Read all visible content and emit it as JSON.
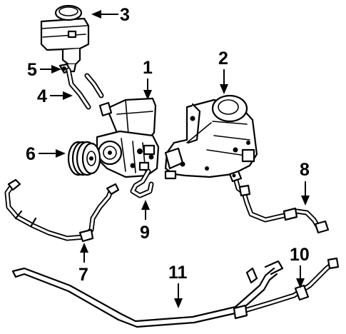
{
  "callouts": {
    "c1": "1",
    "c2": "2",
    "c3": "3",
    "c4": "4",
    "c5": "5",
    "c6": "6",
    "c7": "7",
    "c8": "8",
    "c9": "9",
    "c10": "10",
    "c11": "11"
  },
  "parts": {
    "c1": "power-steering-pump",
    "c2": "steering-gear",
    "c3": "reservoir",
    "c4": "hose",
    "c5": "clamp",
    "c6": "pulley",
    "c7": "pressure-hose",
    "c8": "pressure-hose",
    "c9": "hose",
    "c10": "return-hose",
    "c11": "cooler-line"
  }
}
